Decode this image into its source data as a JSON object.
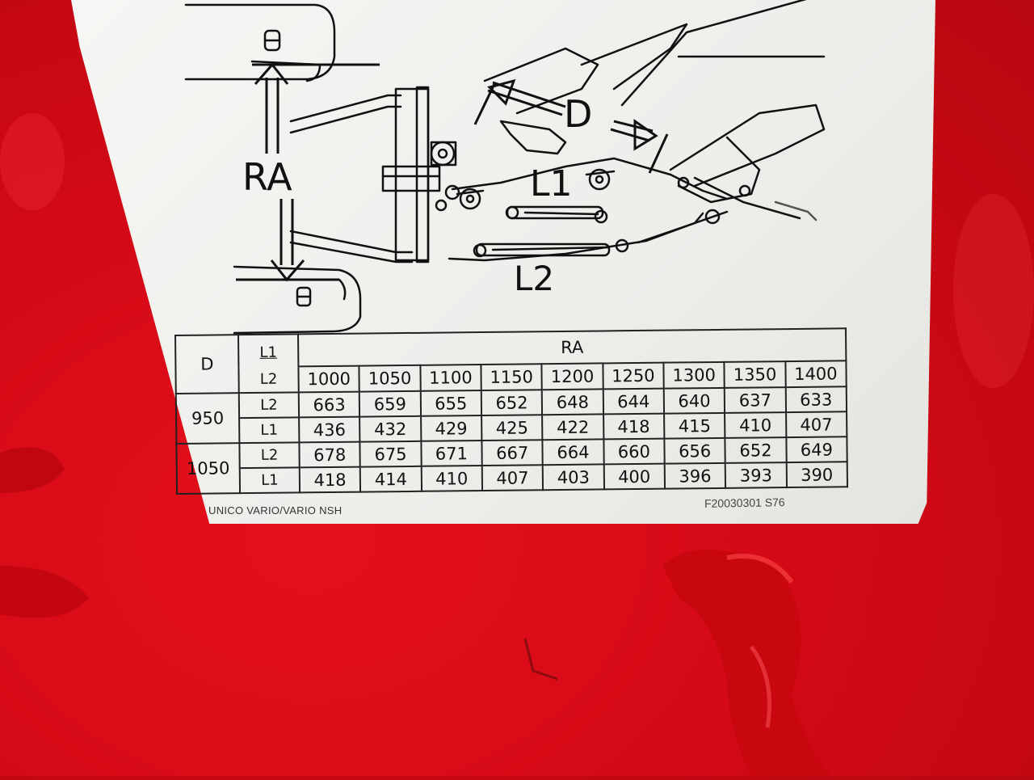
{
  "diagram": {
    "label_ra": "RA",
    "label_d": "D",
    "label_l1": "L1",
    "label_l2": "L2"
  },
  "table": {
    "header_d": "D",
    "header_l1": "L1",
    "header_l2": "L2",
    "header_ra": "RA",
    "ra_values": [
      "1000",
      "1050",
      "1100",
      "1150",
      "1200",
      "1250",
      "1300",
      "1350",
      "1400"
    ],
    "groups": [
      {
        "d": "950",
        "rows": [
          {
            "label": "L2",
            "values": [
              "663",
              "659",
              "655",
              "652",
              "648",
              "644",
              "640",
              "637",
              "633"
            ]
          },
          {
            "label": "L1",
            "values": [
              "436",
              "432",
              "429",
              "425",
              "422",
              "418",
              "415",
              "410",
              "407"
            ]
          }
        ]
      },
      {
        "d": "1050",
        "rows": [
          {
            "label": "L2",
            "values": [
              "678",
              "675",
              "671",
              "667",
              "664",
              "660",
              "656",
              "652",
              "649"
            ]
          },
          {
            "label": "L1",
            "values": [
              "418",
              "414",
              "410",
              "407",
              "403",
              "400",
              "396",
              "393",
              "390"
            ]
          }
        ]
      }
    ]
  },
  "footer": {
    "model": "UNICO VARIO/VARIO NSH",
    "code": "F20030301 S76"
  },
  "colors": {
    "machine_red": "#d40a16",
    "sticker_white": "#f2f2ef",
    "ink": "#111111"
  }
}
